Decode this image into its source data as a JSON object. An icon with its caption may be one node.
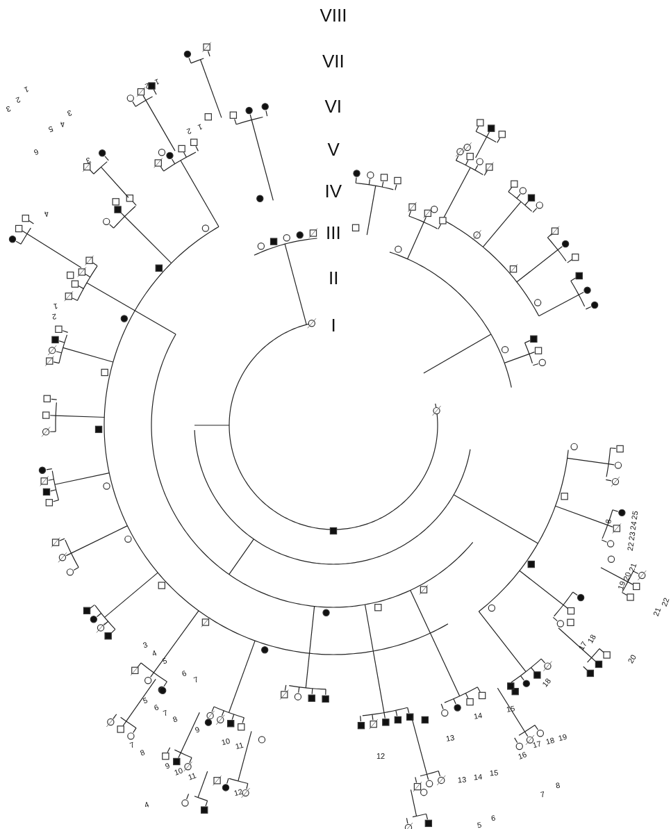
{
  "diagram": {
    "labels": [
      "VIII",
      "VII",
      "VI",
      "V",
      "IV",
      "III",
      "II",
      "I",
      "1",
      "2",
      "1",
      "2",
      "1",
      "2",
      "3",
      "3",
      "4",
      "5",
      "6",
      "3",
      "4",
      "1",
      "2",
      "8",
      "25",
      "24",
      "23",
      "22",
      "21",
      "20",
      "19",
      "22",
      "21",
      "18",
      "17",
      "20",
      "18",
      "3",
      "4",
      "5",
      "6",
      "7",
      "5",
      "6",
      "7",
      "8",
      "9",
      "15",
      "14",
      "13",
      "10",
      "11",
      "7",
      "8",
      "12",
      "16",
      "17",
      "18",
      "19",
      "9",
      "10",
      "11",
      "13",
      "14",
      "15",
      "7",
      "8",
      "12",
      "4",
      "6",
      "5"
    ]
  }
}
